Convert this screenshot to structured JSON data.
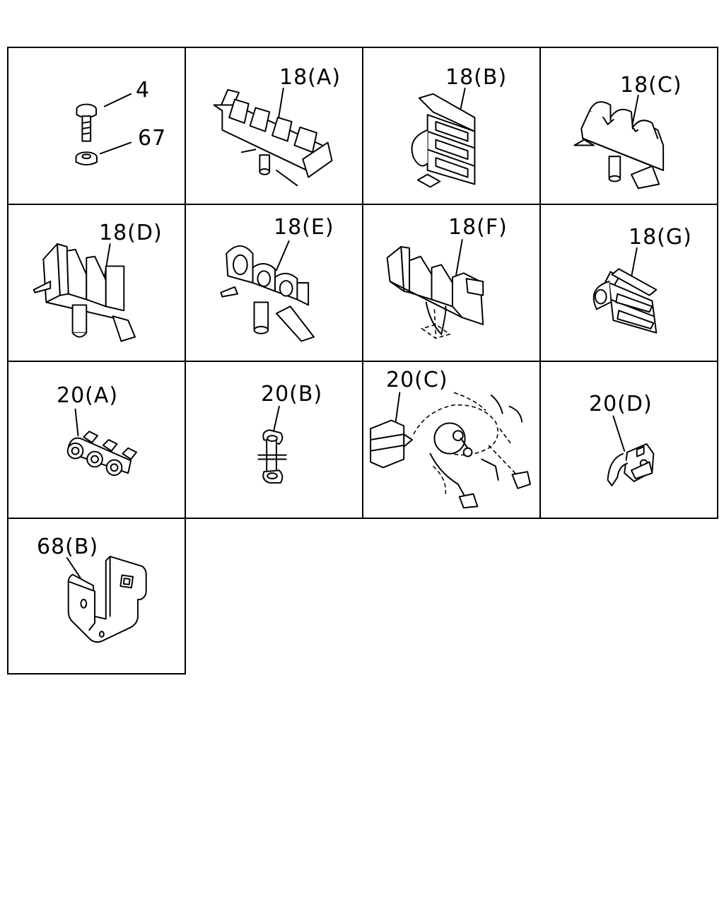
{
  "cells": [
    {
      "id": "c1",
      "labels": [
        "4",
        "67"
      ]
    },
    {
      "id": "c2",
      "labels": [
        "18(A)"
      ]
    },
    {
      "id": "c3",
      "labels": [
        "18(B)"
      ]
    },
    {
      "id": "c4",
      "labels": [
        "18(C)"
      ]
    },
    {
      "id": "c5",
      "labels": [
        "18(D)"
      ]
    },
    {
      "id": "c6",
      "labels": [
        "18(E)"
      ]
    },
    {
      "id": "c7",
      "labels": [
        "18(F)"
      ]
    },
    {
      "id": "c8",
      "labels": [
        "18(G)"
      ]
    },
    {
      "id": "c9",
      "labels": [
        "20(A)"
      ]
    },
    {
      "id": "c10",
      "labels": [
        "20(B)"
      ]
    },
    {
      "id": "c11",
      "labels": [
        "20(C)"
      ]
    },
    {
      "id": "c12",
      "labels": [
        "20(D)"
      ]
    },
    {
      "id": "c13",
      "labels": [
        "68(B)"
      ]
    }
  ]
}
